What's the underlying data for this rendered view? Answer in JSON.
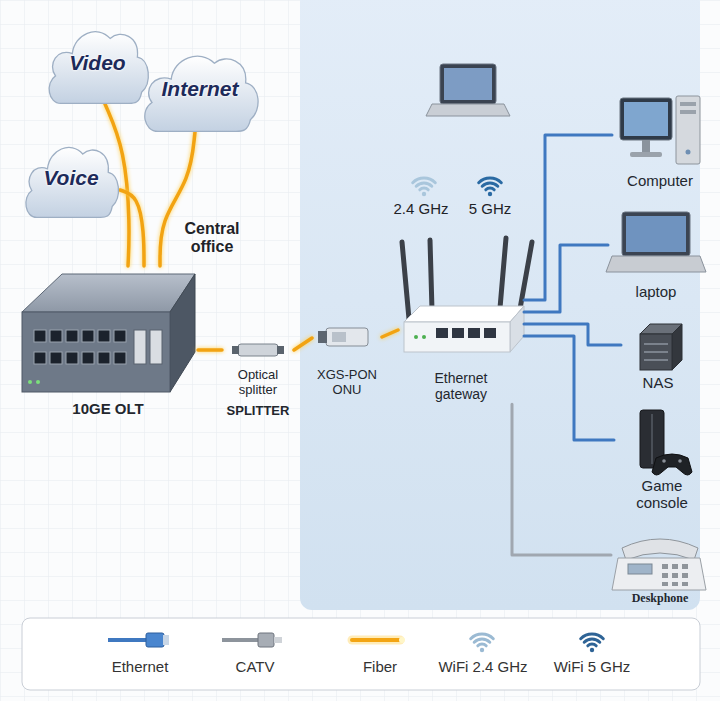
{
  "diagram": {
    "nodes": [
      {
        "text": [
          "Video"
        ]
      },
      {
        "text": [
          "Internet"
        ]
      },
      {
        "text": [
          "Voice"
        ]
      },
      {
        "text": [
          "10GE OLT"
        ]
      },
      {
        "text": [
          "Optical splitter",
          "SPLITTER"
        ]
      },
      {
        "text": [
          "XGS-PON ONU"
        ]
      },
      {
        "text": [
          "Ethernet gateway"
        ]
      },
      {
        "text": [
          "Computer"
        ]
      },
      {
        "text": [
          "laptop"
        ]
      },
      {
        "text": [
          "NAS"
        ]
      },
      {
        "text": [
          "Game console"
        ]
      },
      {
        "text": [
          "Deskphone"
        ]
      }
    ],
    "edges": [
      {
        "from": 0,
        "to": 3,
        "arrow": "none"
      },
      {
        "from": 1,
        "to": 3,
        "arrow": "none"
      },
      {
        "from": 2,
        "to": 3,
        "arrow": "none"
      },
      {
        "from": 3,
        "to": 4,
        "arrow": "none"
      },
      {
        "from": 4,
        "to": 5,
        "arrow": "none"
      },
      {
        "from": 5,
        "to": 6,
        "arrow": "none"
      },
      {
        "from": 6,
        "to": 7,
        "arrow": "none"
      },
      {
        "from": 6,
        "to": 8,
        "arrow": "none"
      },
      {
        "from": 6,
        "to": 9,
        "arrow": "none"
      },
      {
        "from": 6,
        "to": 10,
        "arrow": "none"
      },
      {
        "from": 6,
        "to": 11,
        "arrow": "none"
      }
    ],
    "labels": [
      "Central office",
      "2.4 GHz",
      "5 GHz"
    ],
    "legend": [
      {
        "text": "Ethernet"
      },
      {
        "text": "CATV"
      },
      {
        "text": "Fiber"
      },
      {
        "text": "WiFi 2.4 GHz"
      },
      {
        "text": "WiFi 5 GHz"
      }
    ]
  }
}
